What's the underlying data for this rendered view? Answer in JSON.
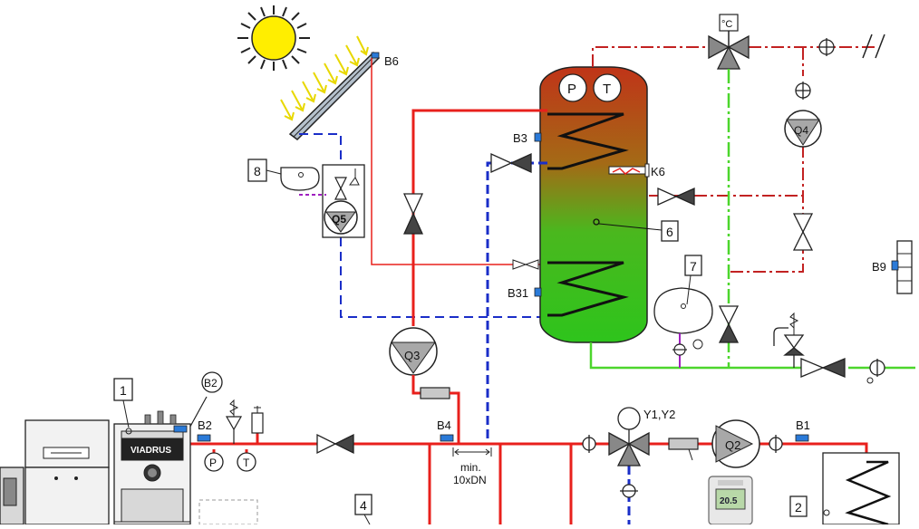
{
  "labels": {
    "b6": "B6",
    "b3": "B3",
    "b31": "B31",
    "k6": "K6",
    "b9": "B9",
    "b2": "B2",
    "b2_circle": "B2",
    "b4": "B4",
    "b1": "B1",
    "y1y2": "Y1,Y2",
    "celsius": "°C",
    "min": "min.",
    "dn": "10xDN",
    "brand": "VIADRUS"
  },
  "pumps": {
    "q2": "Q2",
    "q3": "Q3",
    "q4": "Q4",
    "q5": "Q5"
  },
  "gauges": {
    "p": "P",
    "t": "T"
  },
  "numbers": {
    "n1": "1",
    "n2": "2",
    "n4": "4",
    "n6": "6",
    "n7": "7",
    "n8": "8"
  },
  "controller": {
    "display": "20.5"
  },
  "colors": {
    "hot": "#e8201c",
    "cold_return": "#1a2ec8",
    "dhw": "#4cd62c",
    "return_red": "#c22222",
    "tank_top": "#c43a1c",
    "tank_bottom": "#2ec41c",
    "sun": "#ffee00"
  }
}
